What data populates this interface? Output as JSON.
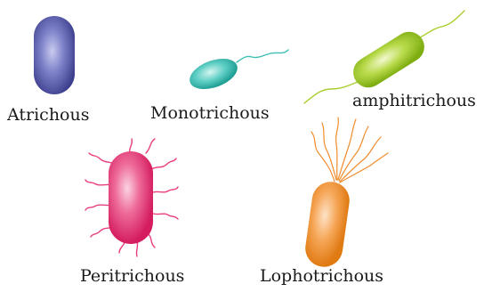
{
  "diagram": {
    "labels": {
      "atrichous": "Atrichous",
      "monotrichous": "Monotrichous",
      "amphitrichous": "amphitrichous",
      "peritrichous": "Peritrichous",
      "lophotrichous": "Lophotrichous"
    },
    "colors": {
      "atrichous": "#5b5fb0",
      "monotrichous": "#3dbdb3",
      "amphitrichous": "#a9cf2e",
      "peritrichous": "#e83e7e",
      "lophotrichous": "#f08c2c"
    }
  }
}
